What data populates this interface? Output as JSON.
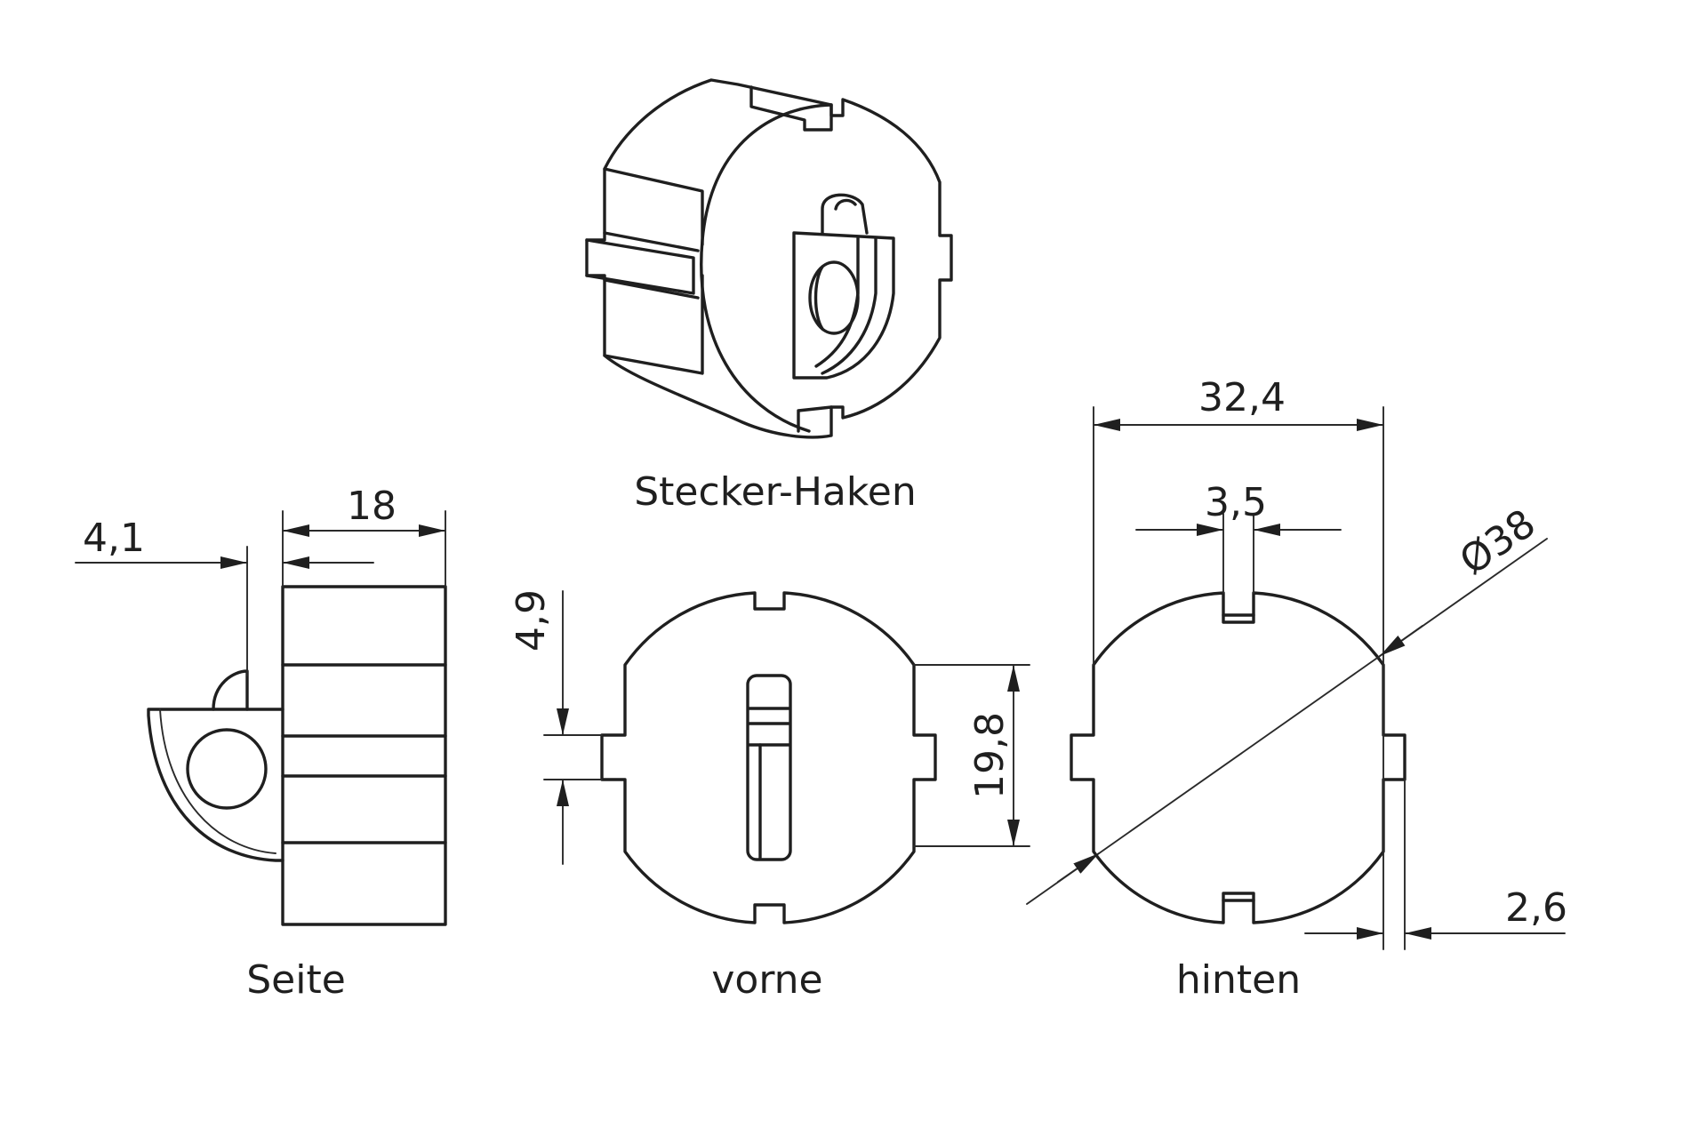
{
  "views": {
    "perspective": {
      "label": "Stecker-Haken"
    },
    "side": {
      "label": "Seite"
    },
    "front": {
      "label": "vorne"
    },
    "back": {
      "label": "hinten"
    }
  },
  "dimensions": {
    "side_hook_offset": "4,1",
    "side_width": "18",
    "front_notch": "4,9",
    "front_flat": "19,8",
    "back_width": "32,4",
    "back_slot": "3,5",
    "back_diameter": "Ø38",
    "back_depth": "2,6"
  },
  "colors": {
    "line": "#1f1f1f",
    "background": "#ffffff"
  }
}
